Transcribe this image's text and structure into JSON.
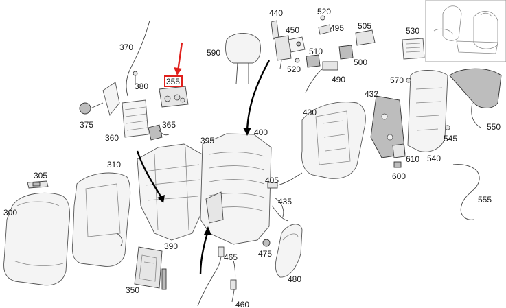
{
  "labels": {
    "p300": "300",
    "p305": "305",
    "p310": "310",
    "p350": "350",
    "p355": "355",
    "p360": "360",
    "p365": "365",
    "p370": "370",
    "p375": "375",
    "p380": "380",
    "p390": "390",
    "p395": "395",
    "p400": "400",
    "p405": "405",
    "p430": "430",
    "p432": "432",
    "p435": "435",
    "p440": "440",
    "p450": "450",
    "p460": "460",
    "p465": "465",
    "p475": "475",
    "p480": "480",
    "p490": "490",
    "p495": "495",
    "p500": "500",
    "p505": "505",
    "p510": "510",
    "p520a": "520",
    "p520b": "520",
    "p530": "530",
    "p540": "540",
    "p545": "545",
    "p550": "550",
    "p555": "555",
    "p570": "570",
    "p590": "590",
    "p600": "600",
    "p610": "610"
  },
  "highlight": {
    "part": "355",
    "color": "#e0201c"
  }
}
